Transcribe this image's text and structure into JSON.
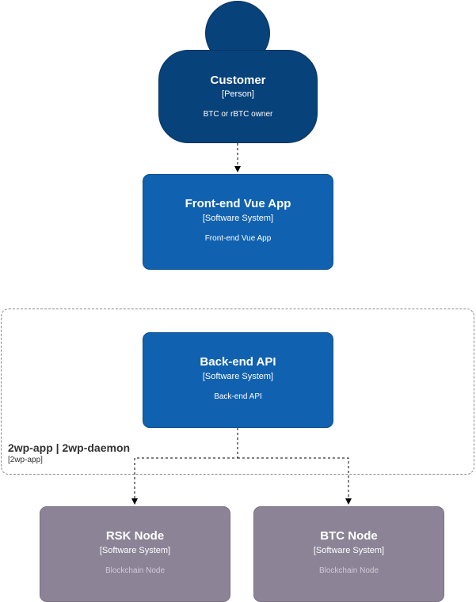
{
  "customer": {
    "title": "Customer",
    "tech": "[Person]",
    "desc": "BTC or rBTC owner"
  },
  "frontend": {
    "title": "Front-end Vue App",
    "tech": "[Software System]",
    "desc": "Front-end Vue App"
  },
  "boundary": {
    "title": "2wp-app | 2wp-daemon",
    "tech": "[2wp-app]"
  },
  "backend": {
    "title": "Back-end API",
    "tech": "[Software System]",
    "desc": "Back-end API"
  },
  "rsk": {
    "title": "RSK Node",
    "tech": "[Software System]",
    "desc": "Blockchain Node"
  },
  "btc": {
    "title": "BTC Node",
    "tech": "[Software System]",
    "desc": "Blockchain Node"
  },
  "colors": {
    "person": "#08427b",
    "system": "#1061b0",
    "external": "#8c8496"
  }
}
